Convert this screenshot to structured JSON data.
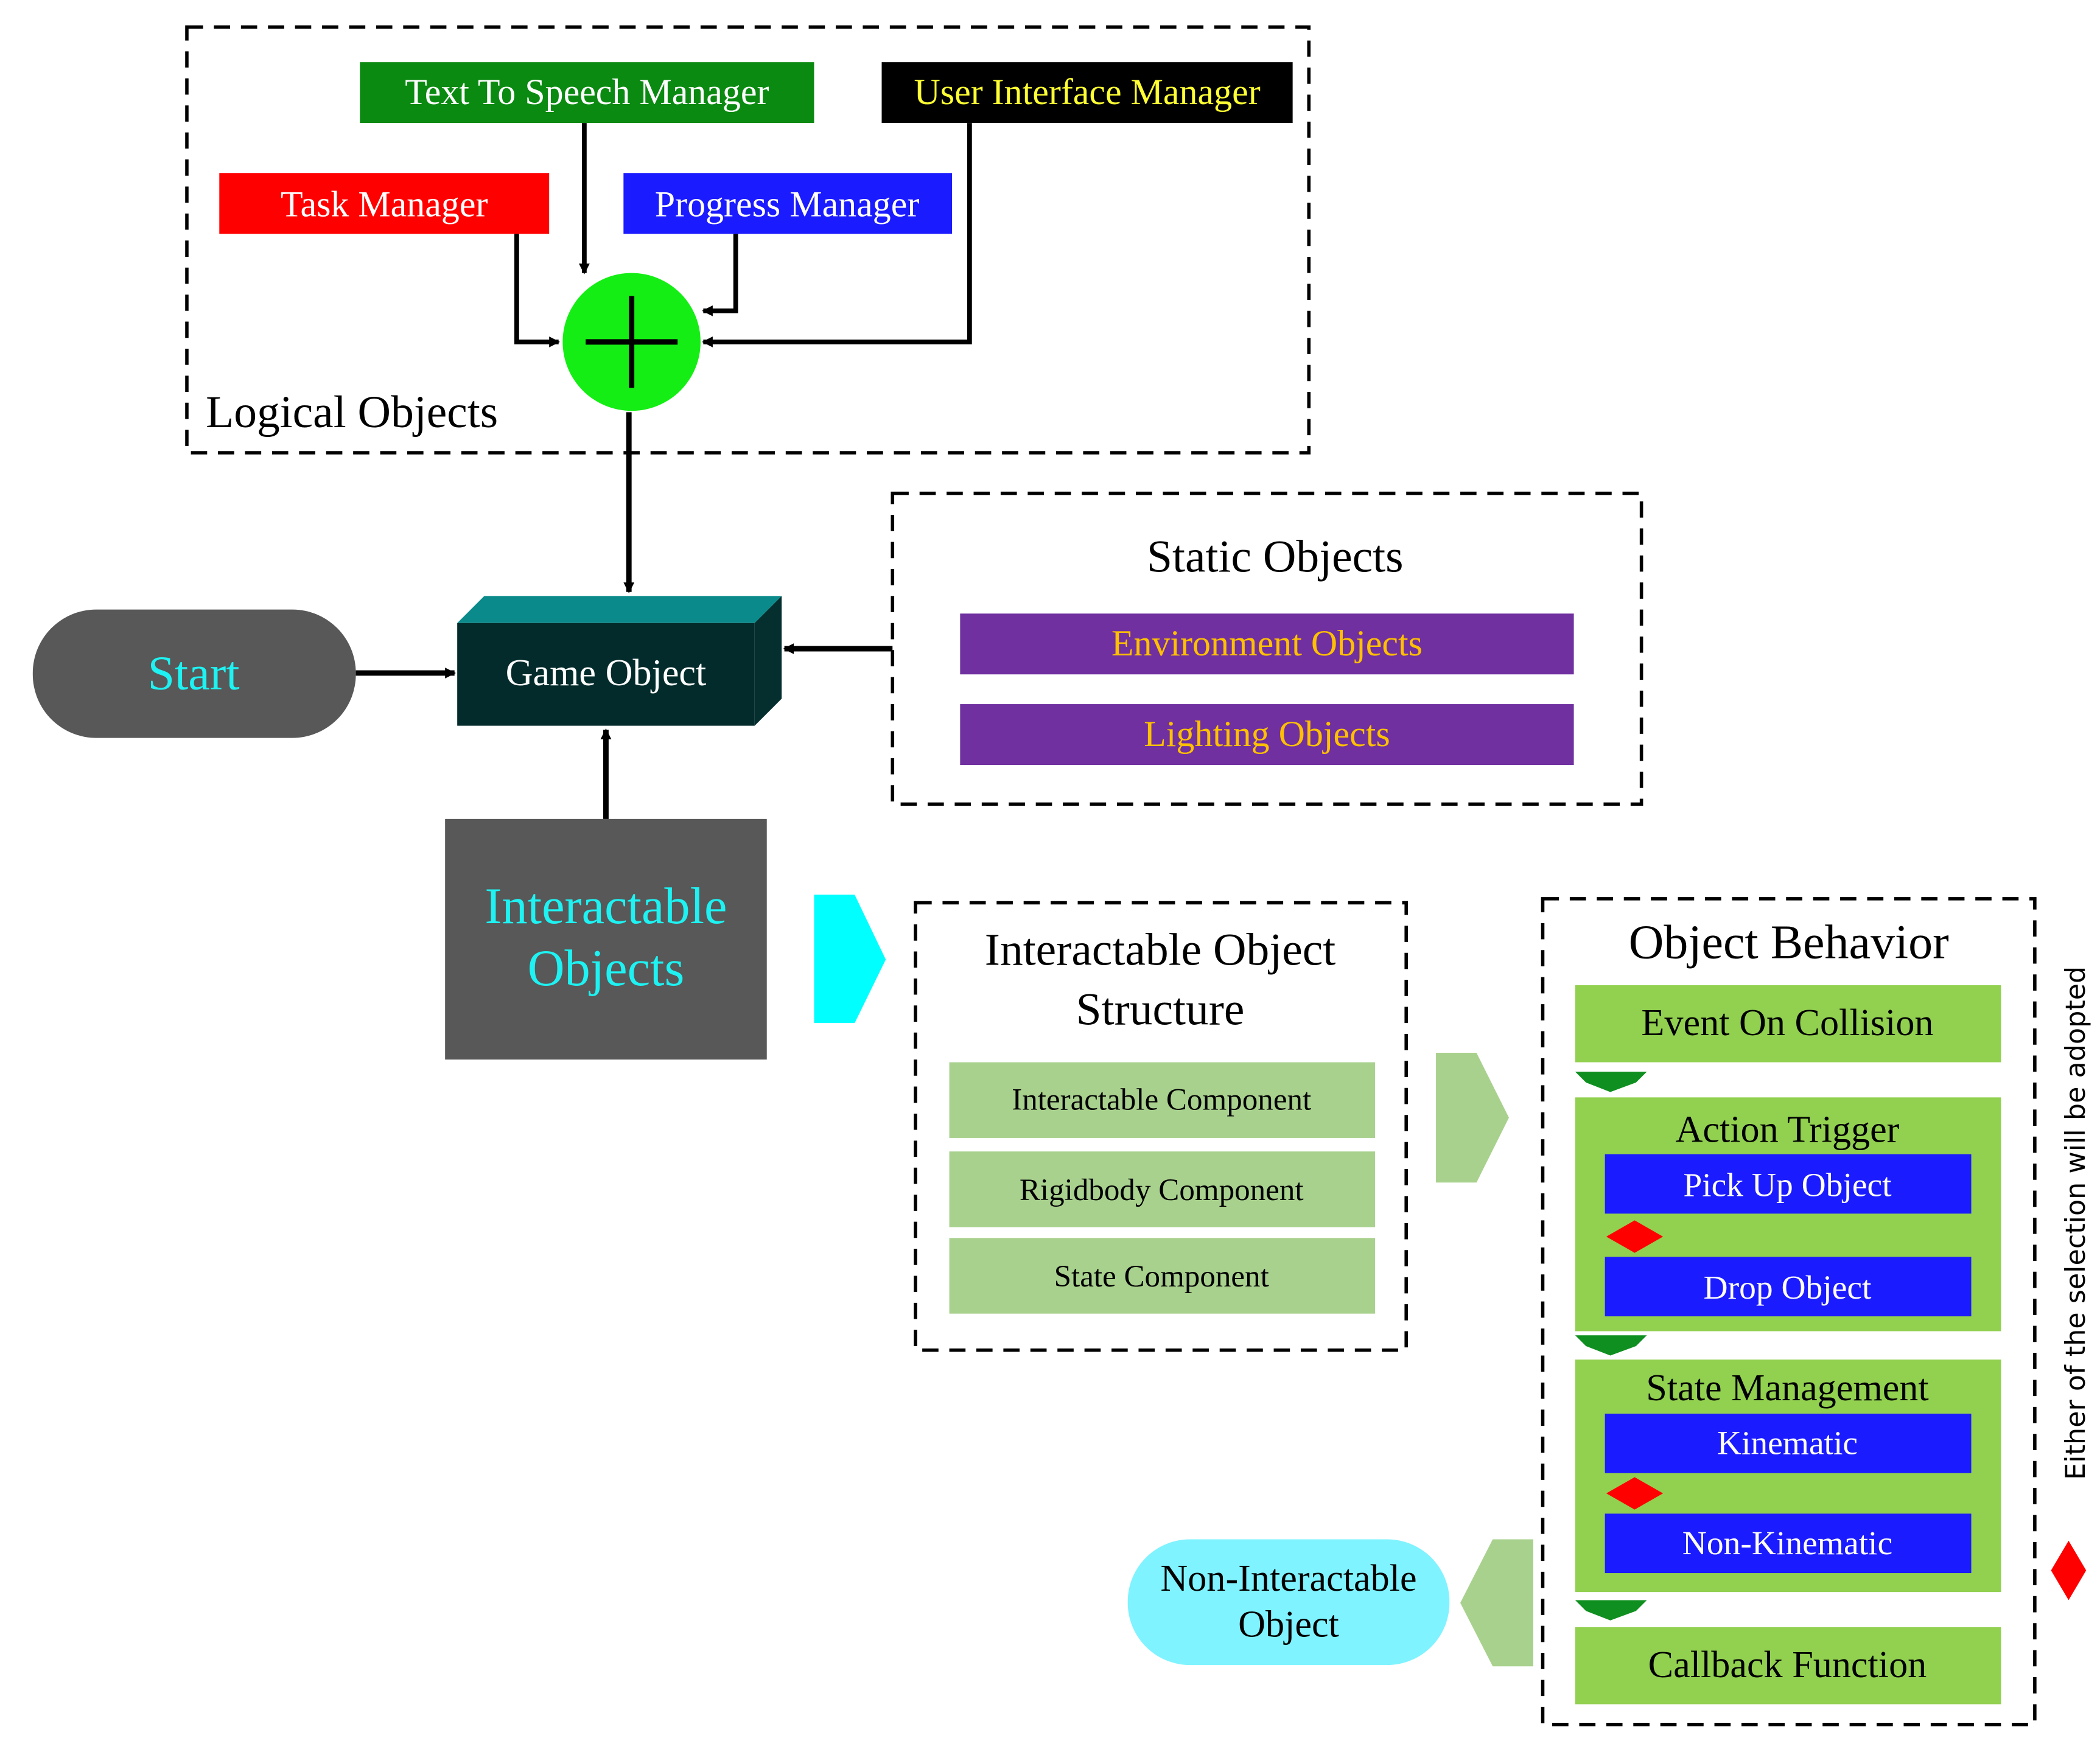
{
  "groups": {
    "logical": {
      "label": "Logical Objects"
    },
    "static": {
      "label": "Static Objects"
    },
    "structure": {
      "label_line1": "Interactable Object",
      "label_line2": "Structure"
    },
    "behavior": {
      "label": "Object Behavior"
    }
  },
  "managers": {
    "tts": "Text To Speech Manager",
    "ui": "User Interface Manager",
    "task": "Task Manager",
    "progress": "Progress Manager"
  },
  "nodes": {
    "start": "Start",
    "game_object": "Game Object",
    "interactable_line1": "Interactable",
    "interactable_line2": "Objects",
    "non_interactable_line1": "Non-Interactable",
    "non_interactable_line2": "Object"
  },
  "static_items": [
    "Environment Objects",
    "Lighting Objects"
  ],
  "components": [
    "Interactable Component",
    "Rigidbody Component",
    "State Component"
  ],
  "behavior": {
    "event": "Event On Collision",
    "action_trigger": "Action Trigger",
    "pick_up": "Pick Up Object",
    "drop": "Drop Object",
    "state_management": "State Management",
    "kinematic": "Kinematic",
    "non_kinematic": "Non-Kinematic",
    "callback": "Callback Function"
  },
  "note": "Either of the selection will be adopted",
  "colors": {
    "tts_green": "#0b8a12",
    "ui_black": "#000000",
    "ui_text_yellow": "#ffff33",
    "task_red": "#ff0000",
    "progress_blue": "#1b1bff",
    "sum_node_green": "#14ee14",
    "start_gray": "#585858",
    "start_text_cyan": "#1ef2f2",
    "game_object_dark": "#032b2b",
    "game_object_top": "#0a8a8a",
    "static_purple": "#7030a0",
    "static_text": "#ffc000",
    "component_green": "#a9d18e",
    "behavior_green": "#92d050",
    "option_blue": "#1b1bff",
    "diamond_red": "#ff0000",
    "chevron_dark_green": "#0f8f1f",
    "arrow_cyan": "#00ffff",
    "non_interactable_cyan": "#7ff3ff"
  },
  "icons": {
    "sum_node": "plus-circle-icon",
    "either_marker": "diamond-icon"
  }
}
